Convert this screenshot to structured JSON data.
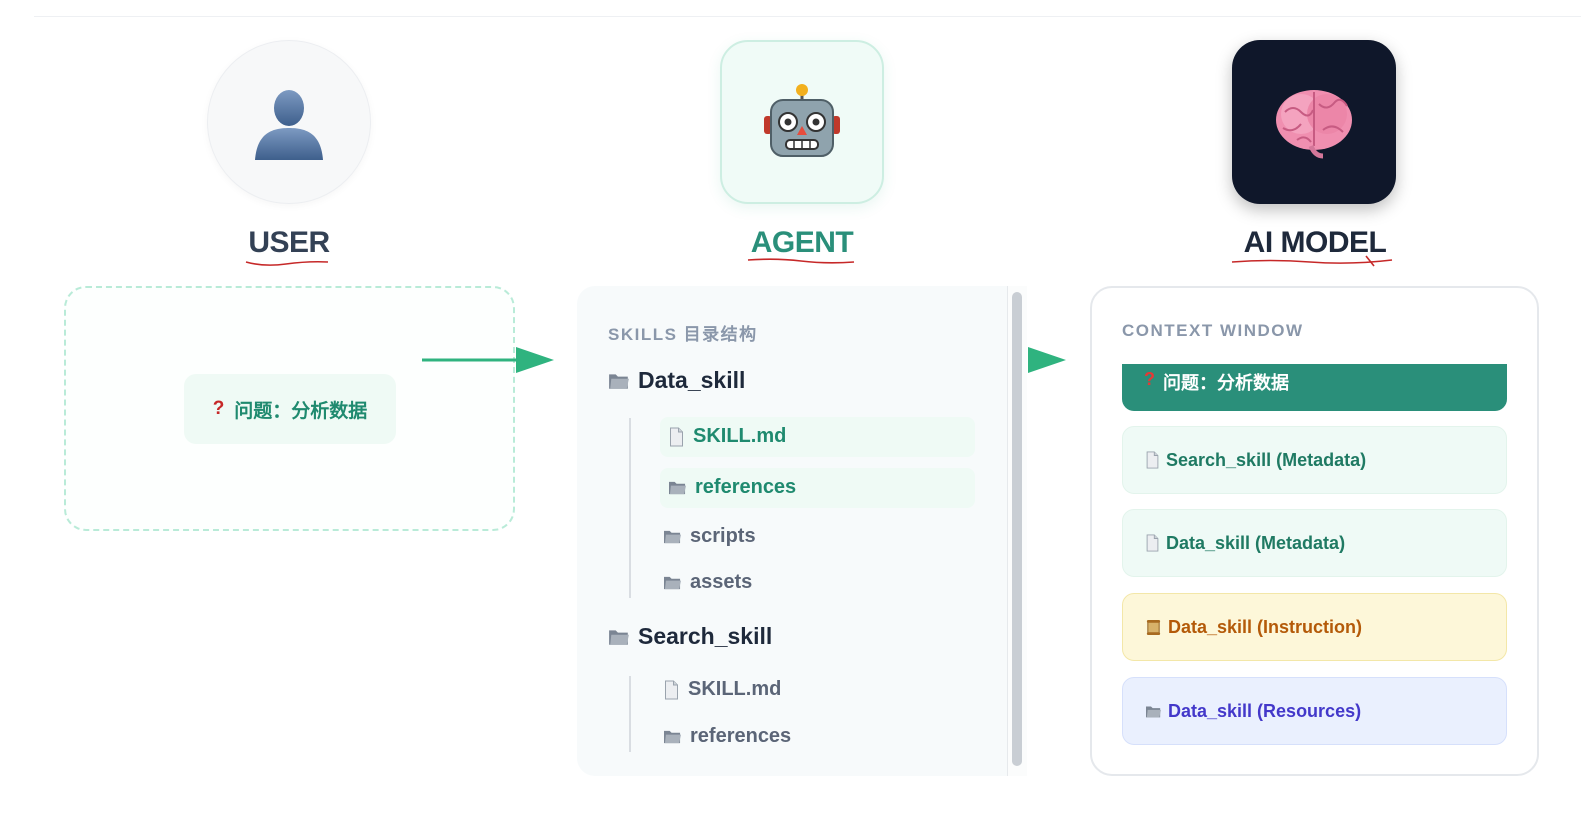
{
  "roles": {
    "user": "USER",
    "agent": "AGENT",
    "model": "AI MODEL"
  },
  "user_box": {
    "question_mark": "?",
    "question": "问题：分析数据"
  },
  "skills_panel": {
    "heading": "SKILLS 目录结构",
    "trees": [
      {
        "name": "Data_skill",
        "children": [
          "SKILL.md",
          "references",
          "scripts",
          "assets"
        ]
      },
      {
        "name": "Search_skill",
        "children": [
          "SKILL.md",
          "references"
        ]
      }
    ]
  },
  "context_window": {
    "heading": "CONTEXT WINDOW",
    "question_mark": "?",
    "question": "问题：分析数据",
    "cards": [
      "Search_skill (Metadata)",
      "Data_skill (Metadata)",
      "Data_skill (Instruction)",
      "Data_skill (Resources)"
    ]
  },
  "colors": {
    "accent_green": "#2a8f7a",
    "instruction_yellow": "#fdf7d9",
    "resources_blue": "#eaf0fe"
  },
  "icons": {
    "user": "user-silhouette-icon",
    "agent": "robot-icon",
    "model": "brain-icon",
    "folder": "folder-icon",
    "file": "file-icon",
    "scroll": "scroll-icon"
  }
}
